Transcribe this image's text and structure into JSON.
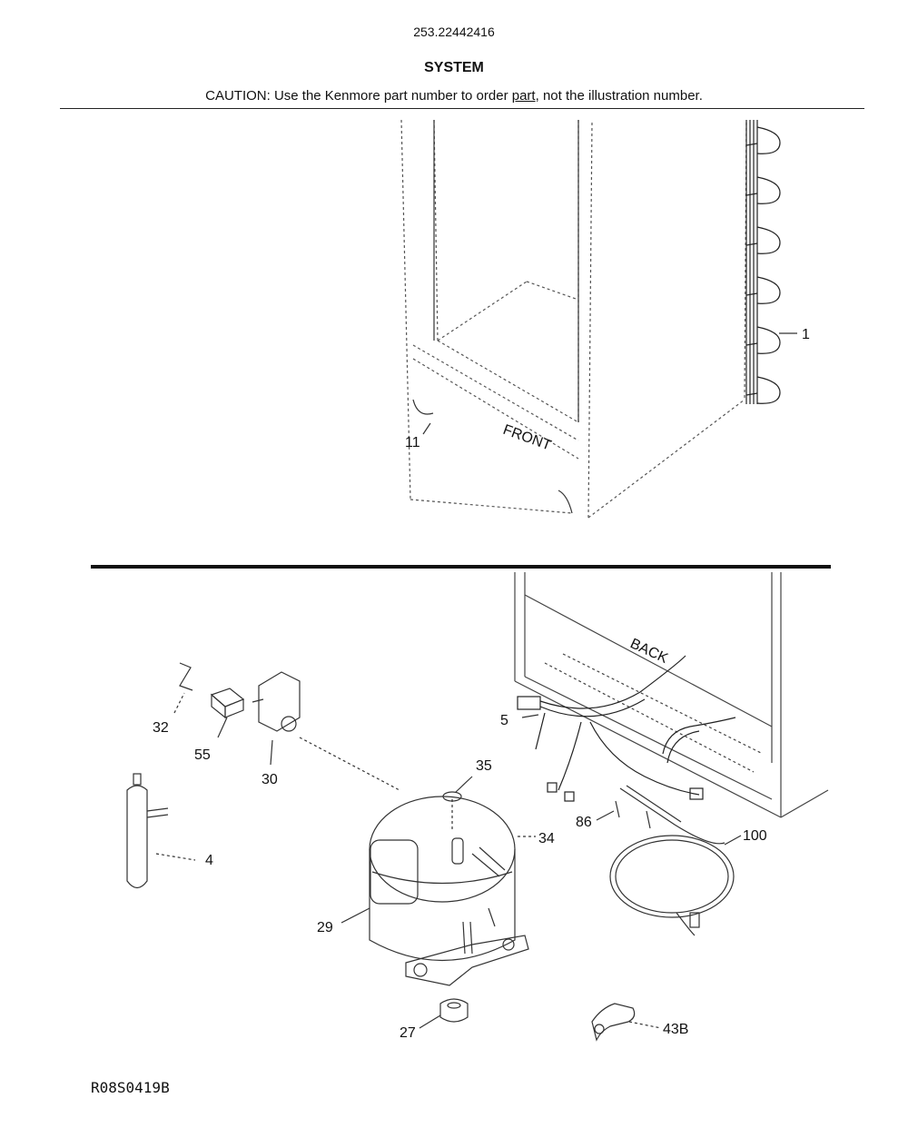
{
  "header": {
    "model_number": "253.22442416",
    "section_title": "SYSTEM",
    "caution_prefix": "CAUTION: Use the Kenmore part number to order ",
    "caution_underlined": "part",
    "caution_suffix": ", not the illustration number."
  },
  "upper_view": {
    "front_label": "FRONT",
    "callouts": {
      "condenser": "1",
      "leveler": "11"
    }
  },
  "lower_view": {
    "back_label": "BACK",
    "callouts": {
      "clip": "32",
      "relay": "55",
      "overload": "30",
      "drier": "4",
      "bolt": "35",
      "sleeve": "34",
      "compressor": "29",
      "grommet": "27",
      "wire_harness": "5",
      "screw": "86",
      "power_cord": "100",
      "clamp": "43B"
    }
  },
  "footer": {
    "drawing_code": "R08S0419B"
  }
}
